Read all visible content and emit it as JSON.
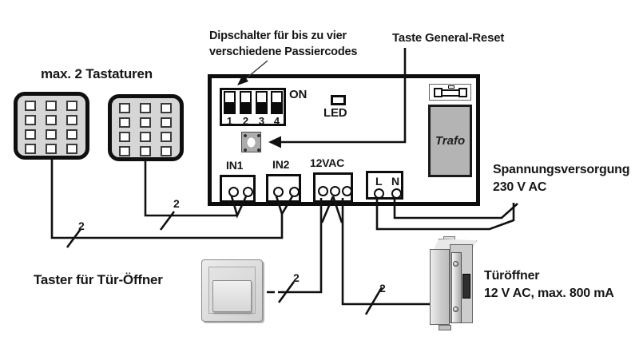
{
  "labels": {
    "keypads": "max. 2 Tastaturen",
    "dip_line1": "Dipschalter für bis zu vier",
    "dip_line2": "verschiedene Passiercodes",
    "general_reset": "Taste General-Reset",
    "power_line1": "Spannungsversorgung",
    "power_line2": "230 V AC",
    "door_button": "Taster für Tür-Öffner",
    "door_opener_line1": "Türöffner",
    "door_opener_line2": "12 V AC, max. 800 mA"
  },
  "board": {
    "dip": {
      "on": "ON",
      "numbers": [
        "1",
        "2",
        "3",
        "4"
      ]
    },
    "led": "LED",
    "trafo": "Trafo",
    "terminals": {
      "in1": "IN1",
      "in2": "IN2",
      "vac": "12VAC",
      "l": "L",
      "n": "N"
    }
  },
  "wire_marker": "2",
  "colors": {
    "wire": "#111111",
    "board_border": "#0d0d0d",
    "trafo_fill": "#b4b4b4",
    "keypad_fill": "#d6d6d6",
    "component_gray": "#d9d9d9"
  }
}
